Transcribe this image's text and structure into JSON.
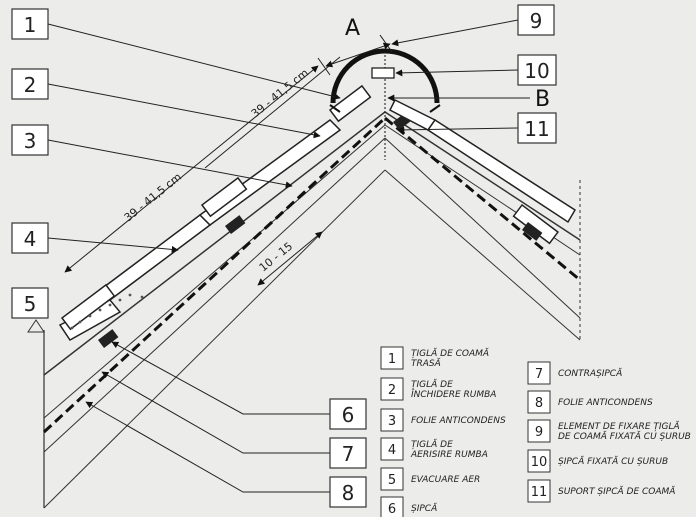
{
  "callouts": {
    "n1": "1",
    "n2": "2",
    "n3": "3",
    "n4": "4",
    "n5": "5",
    "n6": "6",
    "n7": "7",
    "n8": "8",
    "n9": "9",
    "n10": "10",
    "n11": "11"
  },
  "labels": {
    "A": "A",
    "B": "B"
  },
  "dimensions": {
    "batten_spacing_upper": "39 - 41,5 cm",
    "batten_spacing_lower": "39 - 41,5 cm",
    "gap": "10 - 15"
  },
  "legend": [
    {
      "num": "1",
      "lines": [
        "ȚIGLĂ DE COAMĂ",
        "TRASĂ"
      ]
    },
    {
      "num": "2",
      "lines": [
        "ȚIGLĂ DE",
        "ÎNCHIDERE RUMBA"
      ]
    },
    {
      "num": "3",
      "lines": [
        "FOLIE ANTICONDENS"
      ]
    },
    {
      "num": "4",
      "lines": [
        "ȚIGLĂ DE",
        "AERISIRE RUMBA"
      ]
    },
    {
      "num": "5",
      "lines": [
        "EVACUARE AER"
      ]
    },
    {
      "num": "6",
      "lines": [
        "ȘIPCĂ"
      ]
    },
    {
      "num": "7",
      "lines": [
        "CONTRAȘIPCĂ"
      ]
    },
    {
      "num": "8",
      "lines": [
        "FOLIE ANTICONDENS"
      ]
    },
    {
      "num": "9",
      "lines": [
        "ELEMENT DE FIXARE ȚIGLĂ",
        "DE COAMĂ FIXATĂ CU ȘURUB"
      ]
    },
    {
      "num": "10",
      "lines": [
        "ȘIPCĂ FIXATĂ CU ȘURUB"
      ]
    },
    {
      "num": "11",
      "lines": [
        "SUPORT ȘIPCĂ DE COAMĂ"
      ]
    }
  ]
}
